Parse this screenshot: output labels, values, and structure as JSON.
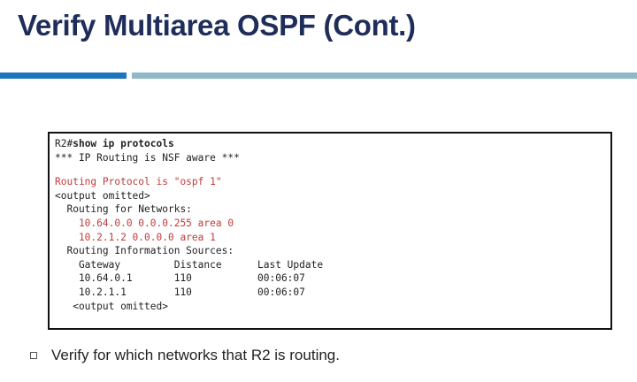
{
  "slide": {
    "title": "Verify Multiarea OSPF (Cont.)",
    "accent_dark": "#1c75bc",
    "accent_light": "#8fb9c6"
  },
  "console": {
    "prompt": "R2#",
    "command": "show ip protocols",
    "lines": [
      {
        "text": "*** IP Routing is NSF aware ***",
        "color": "black"
      },
      {
        "text": "",
        "color": "blank"
      },
      {
        "text": "Routing Protocol is \"ospf 1\"",
        "color": "red"
      },
      {
        "text": "<output omitted>",
        "color": "black"
      },
      {
        "text": "  Routing for Networks:",
        "color": "black"
      },
      {
        "text": "    10.64.0.0 0.0.0.255 area 0",
        "color": "red"
      },
      {
        "text": "    10.2.1.2 0.0.0.0 area 1",
        "color": "red"
      },
      {
        "text": "  Routing Information Sources:",
        "color": "black"
      },
      {
        "text": "    Gateway         Distance      Last Update",
        "color": "black"
      },
      {
        "text": "    10.64.0.1       110           00:06:07",
        "color": "black"
      },
      {
        "text": "    10.2.1.1        110           00:06:07",
        "color": "black"
      },
      {
        "text": "   <output omitted>",
        "color": "black"
      }
    ],
    "red_color": "#c03c3c"
  },
  "bullets": [
    {
      "icon": "square-bullet-icon",
      "text": "Verify for which networks that R2 is routing."
    }
  ]
}
